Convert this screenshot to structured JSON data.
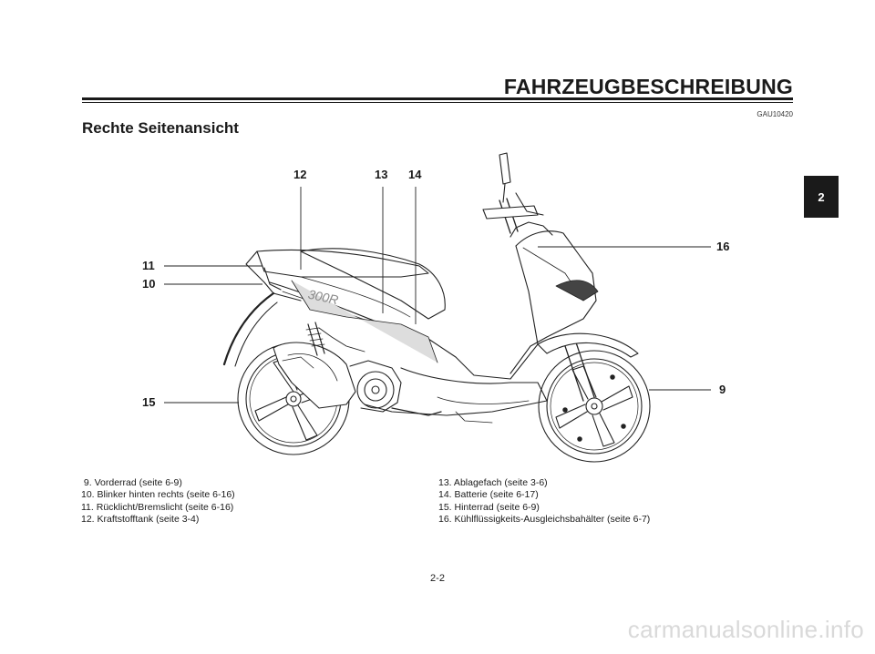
{
  "header": {
    "title": "FAHRZEUGBESCHREIBUNG",
    "doc_code": "GAU10420"
  },
  "section": {
    "title": "Rechte Seitenansicht"
  },
  "chapter_tab": "2",
  "callouts": {
    "c9": "9",
    "c10": "10",
    "c11": "11",
    "c12": "12",
    "c13": "13",
    "c14": "14",
    "c15": "15",
    "c16": "16"
  },
  "legend": {
    "left": [
      " 9. Vorderrad (seite 6-9)",
      "10. Blinker hinten rechts (seite 6-16)",
      "11. Rücklicht/Bremslicht (seite 6-16)",
      "12. Kraftstofftank (seite 3-4)"
    ],
    "right": [
      "13. Ablagefach (seite 3-6)",
      "14. Batterie (seite 6-17)",
      "15. Hinterrad (seite 6-9)",
      "16. Kühlflüssigkeits-Ausgleichsbahälter (seite 6-7)"
    ]
  },
  "page_number": "2-2",
  "watermark": "carmanualsonline.info"
}
